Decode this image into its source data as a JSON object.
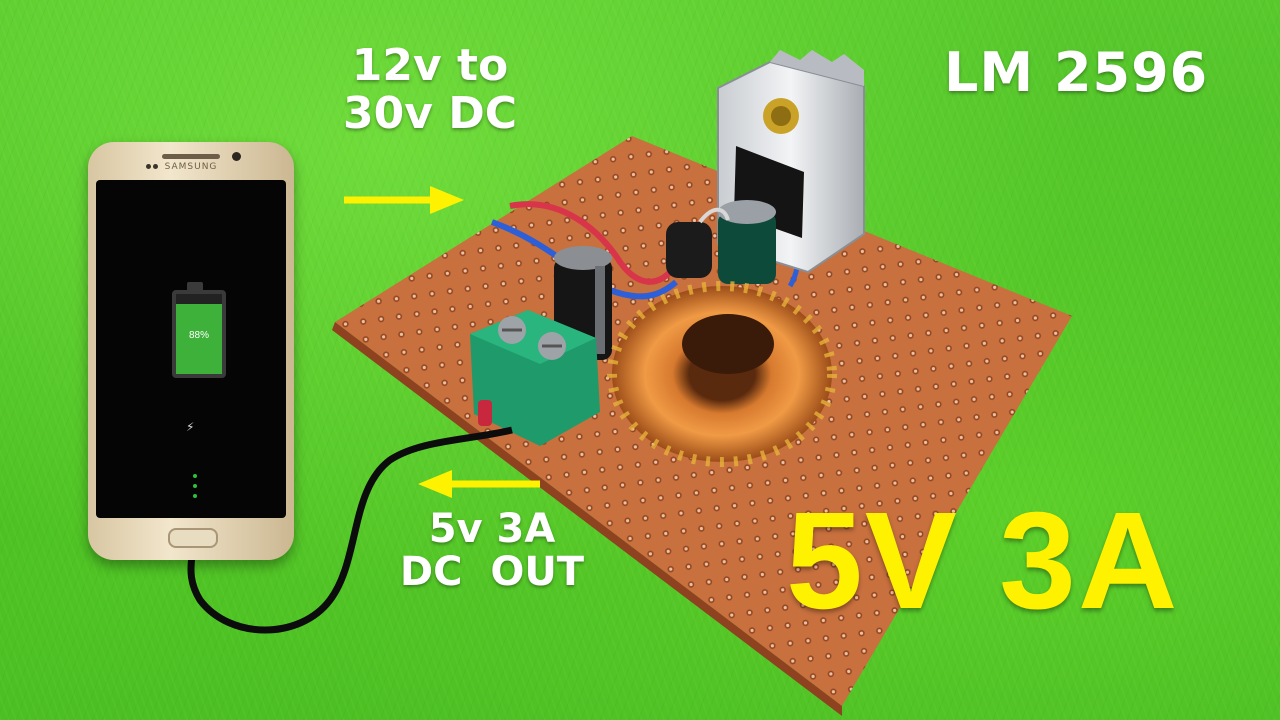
{
  "scene": {
    "title": "LM 2596",
    "input_label_line1": "12v to",
    "input_label_line2": "30v DC",
    "output_label_line1": "5v 3A",
    "output_label_line2": "DC  OUT",
    "headline": "5V 3A"
  },
  "phone": {
    "brand": "SAMSUNG",
    "battery_percent_text": "88%",
    "battery_level": 0.88
  },
  "colors": {
    "grass": "#4cbf25",
    "arrow": "#fff200",
    "headline": "#fff200",
    "board": "#c86a3a",
    "terminal": "#1f9a6a",
    "copper_coil": "#c56b2a"
  }
}
